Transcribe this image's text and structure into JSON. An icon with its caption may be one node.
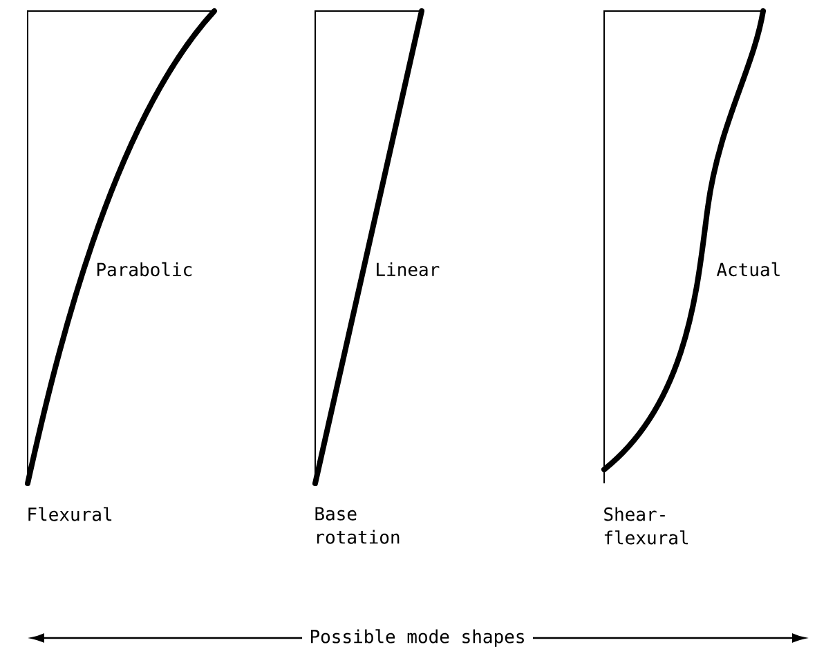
{
  "diagram": {
    "labels": [
      "Parabolic",
      "Linear",
      "Actual",
      "Flexural",
      "Base rotation",
      "Shear-flexural",
      "Possible mode shapes"
    ]
  }
}
